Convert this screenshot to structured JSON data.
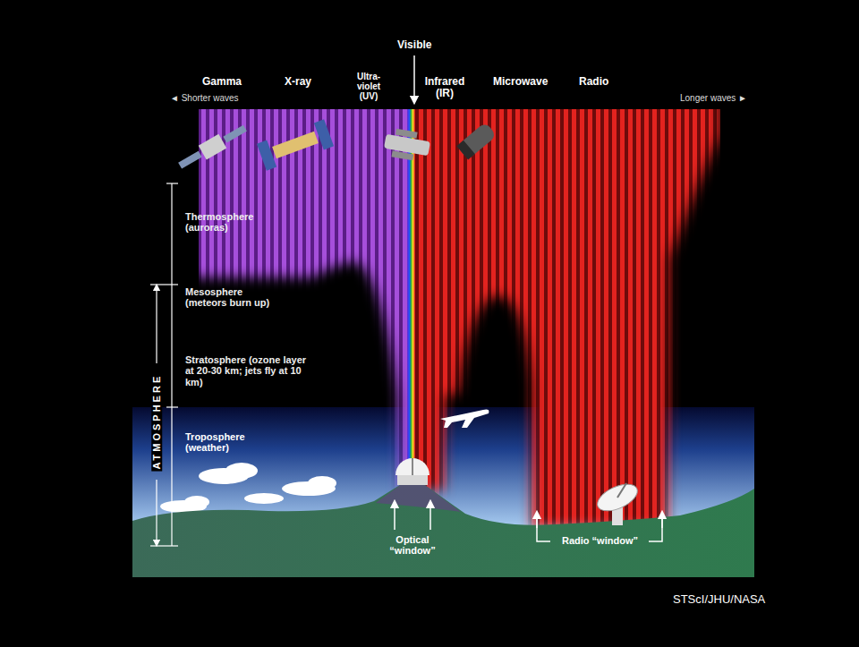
{
  "diagram": {
    "labels": [
      "Visible",
      "Gamma",
      "X-ray",
      "Ultra-violet (UV)",
      "Infrared (IR)",
      "Microwave",
      "Radio",
      "◄ Shorter waves",
      "Longer waves ►",
      "Thermosphere (auroras)",
      "Mesosphere (meteors burn up)",
      "Stratosphere (ozone layer at 20-30 km; jets fly at 10 km)",
      "Troposphere (weather)",
      "ATMOSPHERE",
      "Optical “window”",
      "Radio “window”",
      "STScI/JHU/NASA"
    ]
  }
}
